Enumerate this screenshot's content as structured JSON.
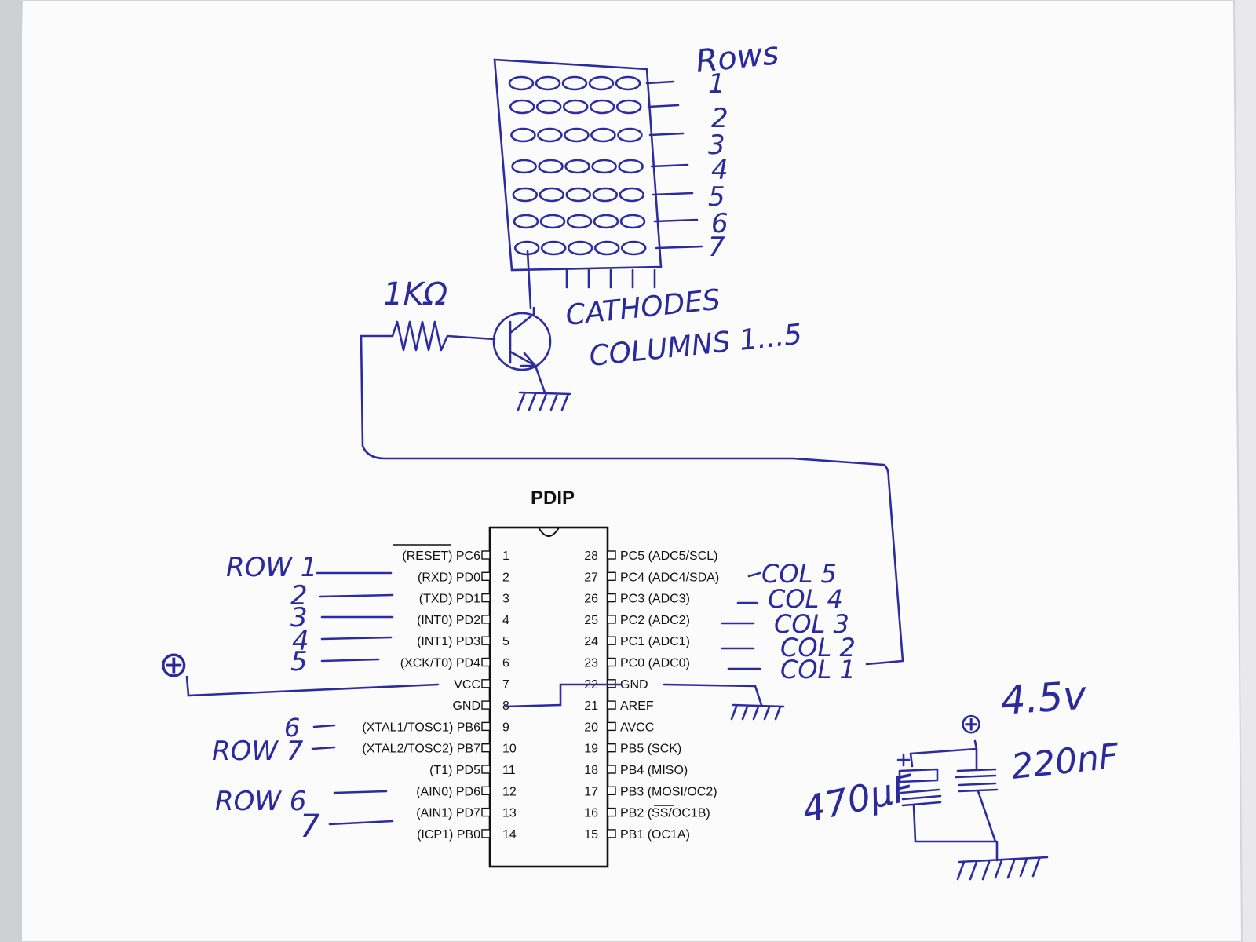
{
  "colors": {
    "ink": "#2c2ca0",
    "print": "#111111",
    "paper": "#fbfbfb",
    "edge": "#d9d9dc"
  },
  "matrix": {
    "rows_label": "Rows",
    "row_numbers": [
      "1",
      "2",
      "3",
      "4",
      "5",
      "6",
      "7"
    ],
    "leds_per_row": 5,
    "cathodes_label": "CATHODES",
    "columns_label": "COLUMNS 1...5"
  },
  "transistor": {
    "resistor_label": "1KΩ"
  },
  "chip": {
    "package_label": "PDIP",
    "left_pins": [
      {
        "num": "1",
        "name": "(RESET) PC6"
      },
      {
        "num": "2",
        "name": "(RXD) PD0"
      },
      {
        "num": "3",
        "name": "(TXD) PD1"
      },
      {
        "num": "4",
        "name": "(INT0) PD2"
      },
      {
        "num": "5",
        "name": "(INT1) PD3"
      },
      {
        "num": "6",
        "name": "(XCK/T0) PD4"
      },
      {
        "num": "7",
        "name": "VCC"
      },
      {
        "num": "8",
        "name": "GND"
      },
      {
        "num": "9",
        "name": "(XTAL1/TOSC1) PB6"
      },
      {
        "num": "10",
        "name": "(XTAL2/TOSC2) PB7"
      },
      {
        "num": "11",
        "name": "(T1) PD5"
      },
      {
        "num": "12",
        "name": "(AIN0) PD6"
      },
      {
        "num": "13",
        "name": "(AIN1) PD7"
      },
      {
        "num": "14",
        "name": "(ICP1) PB0"
      }
    ],
    "right_pins": [
      {
        "num": "28",
        "name": "PC5 (ADC5/SCL)"
      },
      {
        "num": "27",
        "name": "PC4 (ADC4/SDA)"
      },
      {
        "num": "26",
        "name": "PC3 (ADC3)"
      },
      {
        "num": "25",
        "name": "PC2 (ADC2)"
      },
      {
        "num": "24",
        "name": "PC1 (ADC1)"
      },
      {
        "num": "23",
        "name": "PC0 (ADC0)"
      },
      {
        "num": "22",
        "name": "GND"
      },
      {
        "num": "21",
        "name": "AREF"
      },
      {
        "num": "20",
        "name": "AVCC"
      },
      {
        "num": "19",
        "name": "PB5 (SCK)"
      },
      {
        "num": "18",
        "name": "PB4 (MISO)"
      },
      {
        "num": "17",
        "name": "PB3 (MOSI/OC2)"
      },
      {
        "num": "16",
        "name": "PB2 (SS/OC1B)"
      },
      {
        "num": "15",
        "name": "PB1 (OC1A)"
      }
    ]
  },
  "annotations": {
    "row_labels": [
      {
        "pin": "2",
        "text": "ROW 1"
      },
      {
        "pin": "3",
        "text": "2"
      },
      {
        "pin": "4",
        "text": "3"
      },
      {
        "pin": "5",
        "text": "4"
      },
      {
        "pin": "6",
        "text": "5"
      },
      {
        "pin": "9",
        "text": "6"
      },
      {
        "pin": "10",
        "text": "ROW 7"
      },
      {
        "pin": "12",
        "text": "ROW 6"
      },
      {
        "pin": "13",
        "text": "7"
      }
    ],
    "col_labels": [
      {
        "pin": "27",
        "text": "COL 5"
      },
      {
        "pin": "26",
        "text": "COL 4"
      },
      {
        "pin": "25",
        "text": "COL 3"
      },
      {
        "pin": "24",
        "text": "COL 2"
      },
      {
        "pin": "23",
        "text": "COL 1"
      }
    ],
    "vcc_symbol": "⊕"
  },
  "power": {
    "voltage_label": "4.5v",
    "plus_symbol": "⊕",
    "cap_electrolytic_label": "470µF",
    "cap_ceramic_label": "220nF"
  }
}
